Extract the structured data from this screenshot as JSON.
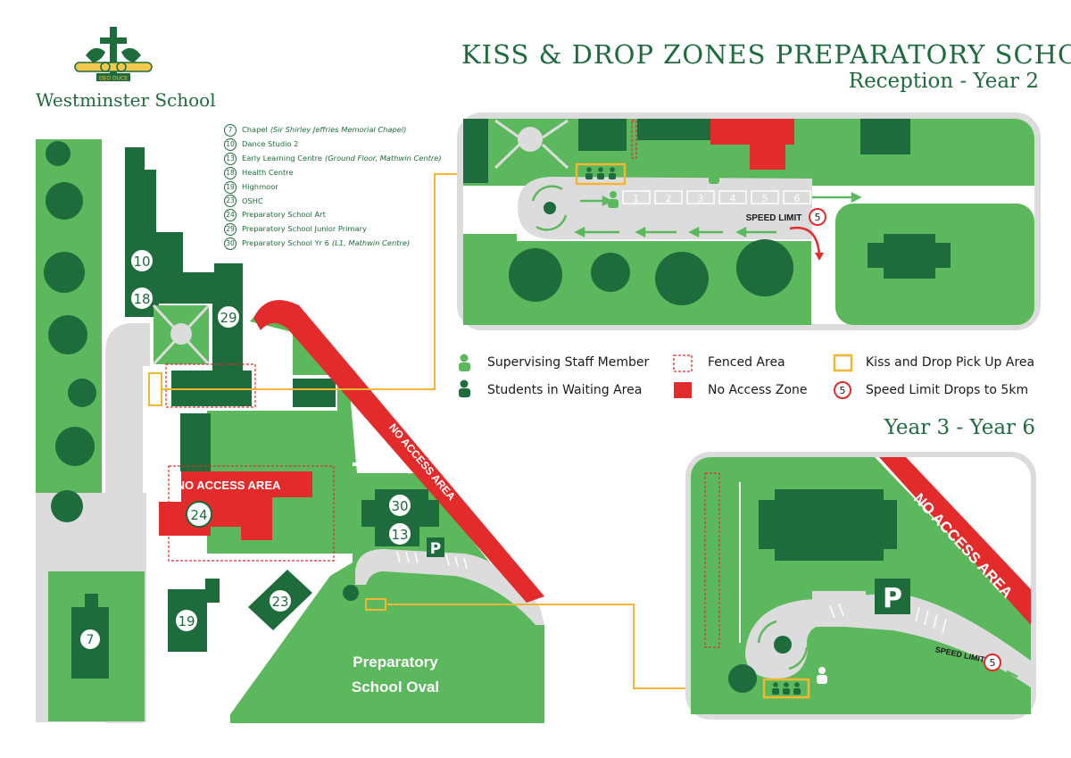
{
  "header": {
    "title": "KISS & DROP ZONES PREPARATORY SCHOOL",
    "subtitle": "Reception - Year 2",
    "section_2": "Year 3 - Year 6"
  },
  "logo": {
    "name": "Westminster School",
    "motto": "DEO DUCE"
  },
  "building_key": [
    {
      "num": "7",
      "name": "Chapel",
      "note": "(Sir Shirley Jeffries Memorial Chapel)"
    },
    {
      "num": "10",
      "name": "Dance Studio 2",
      "note": ""
    },
    {
      "num": "13",
      "name": "Early Learning Centre",
      "note": "(Ground Floor, Mathwin Centre)"
    },
    {
      "num": "18",
      "name": "Health Centre",
      "note": ""
    },
    {
      "num": "19",
      "name": "Highmoor",
      "note": ""
    },
    {
      "num": "23",
      "name": "OSHC",
      "note": ""
    },
    {
      "num": "24",
      "name": "Preparatory School Art",
      "note": ""
    },
    {
      "num": "29",
      "name": "Preparatory School Junior Primary",
      "note": ""
    },
    {
      "num": "30",
      "name": "Preparatory School Yr 6",
      "note": "(L1, Mathwin Centre)"
    }
  ],
  "map_labels": {
    "no_access_area": "NO ACCESS AREA",
    "oval_line1": "Preparatory",
    "oval_line2": "School Oval",
    "parking": "P",
    "speed_limit": "SPEED LIMIT",
    "speed_value": "5",
    "bay_numbers": [
      "1",
      "2",
      "3",
      "4",
      "5",
      "6"
    ],
    "b7": "7",
    "b10": "10",
    "b13": "13",
    "b18": "18",
    "b19": "19",
    "b23": "23",
    "b24": "24",
    "b29": "29",
    "b30": "30"
  },
  "legend": {
    "staff": "Supervising Staff Member",
    "students": "Students in Waiting Area",
    "fenced": "Fenced Area",
    "no_access": "No Access Zone",
    "pickup": "Kiss and Drop Pick Up Area",
    "speed": "Speed Limit Drops to 5km"
  },
  "colors": {
    "grass": "#5cb85c",
    "building": "#1e6b3c",
    "road": "#dcdcdc",
    "no_access": "#e32b2b",
    "pickup": "#f2b632",
    "text_green": "#1e6b3c"
  }
}
